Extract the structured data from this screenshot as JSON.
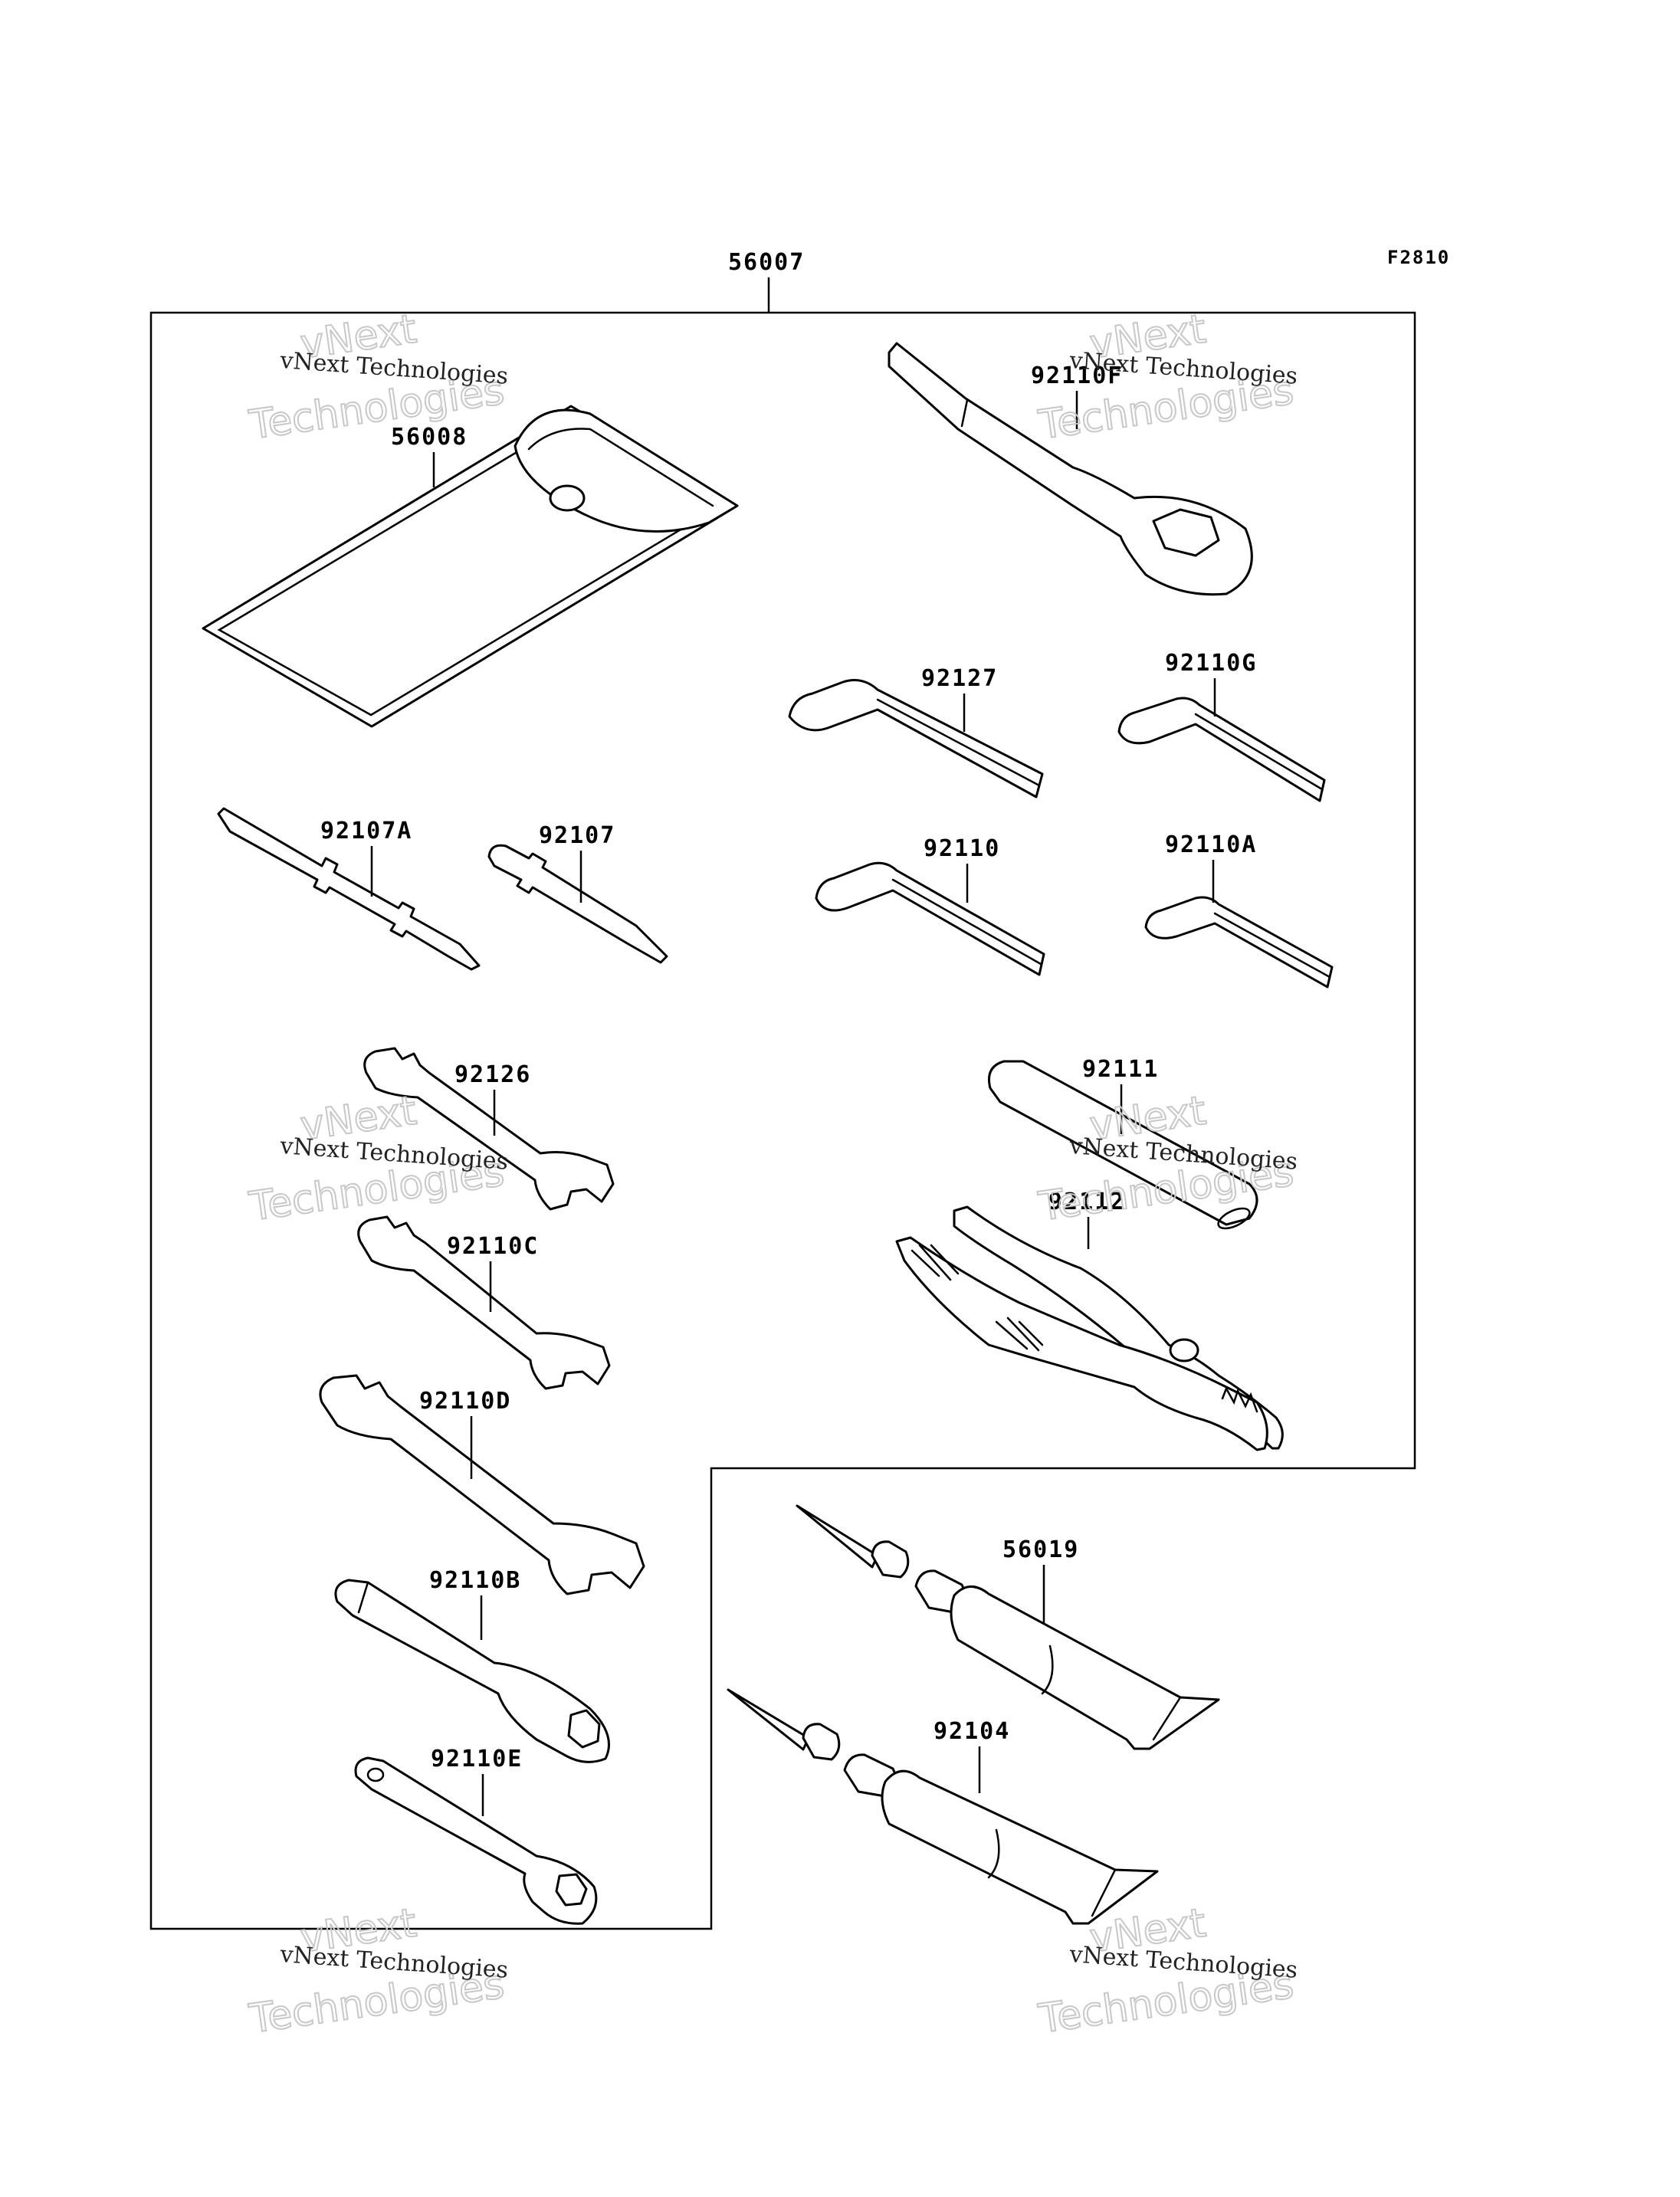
{
  "figure_code": "F2810",
  "kit_label": "56007",
  "watermark": {
    "line1": "vNext Technologies",
    "line2a": "vNext",
    "line2b": "Technologies"
  },
  "parts": {
    "p56008": "56008",
    "p92110F": "92110F",
    "p92127": "92127",
    "p92110G": "92110G",
    "p92107A": "92107A",
    "p92107": "92107",
    "p92110": "92110",
    "p92110A": "92110A",
    "p92126": "92126",
    "p92111": "92111",
    "p92112": "92112",
    "p92110C": "92110C",
    "p92110D": "92110D",
    "p56019": "56019",
    "p92110B": "92110B",
    "p92104": "92104",
    "p92110E": "92110E"
  }
}
